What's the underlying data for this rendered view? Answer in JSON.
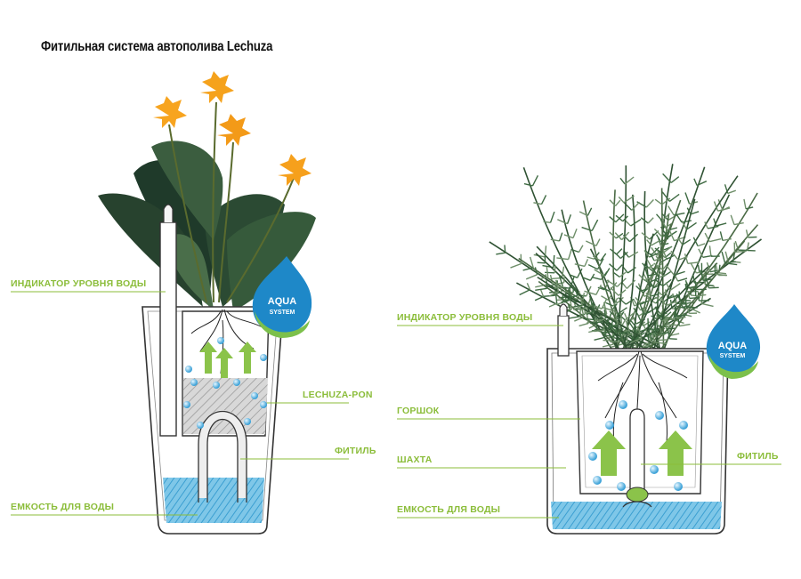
{
  "title": "Фитильная система автополива Lechuza",
  "badge": {
    "line1": "AQUA",
    "line2": "SYSTEM"
  },
  "left_pot": {
    "labels": {
      "water_indicator": "ИНДИКАТОР УРОВНЯ ВОДЫ",
      "lechuza_pon": "LECHUZA-PON",
      "wick": "ФИТИЛЬ",
      "water_tank": "ЕМКОСТЬ ДЛЯ ВОДЫ"
    }
  },
  "right_pot": {
    "labels": {
      "water_indicator": "ИНДИКАТОР УРОВНЯ ВОДЫ",
      "pot": "ГОРШОК",
      "shaft": "ШАХТА",
      "wick": "ФИТИЛЬ",
      "water_tank": "ЕМКОСТЬ ДЛЯ ВОДЫ"
    }
  },
  "colors": {
    "label_green": "#8bbd3a",
    "water_blue": "#5ab4de",
    "arrow_green": "#8bc34a",
    "badge_blue": "#1e88c8",
    "badge_green": "#7cc04b"
  }
}
